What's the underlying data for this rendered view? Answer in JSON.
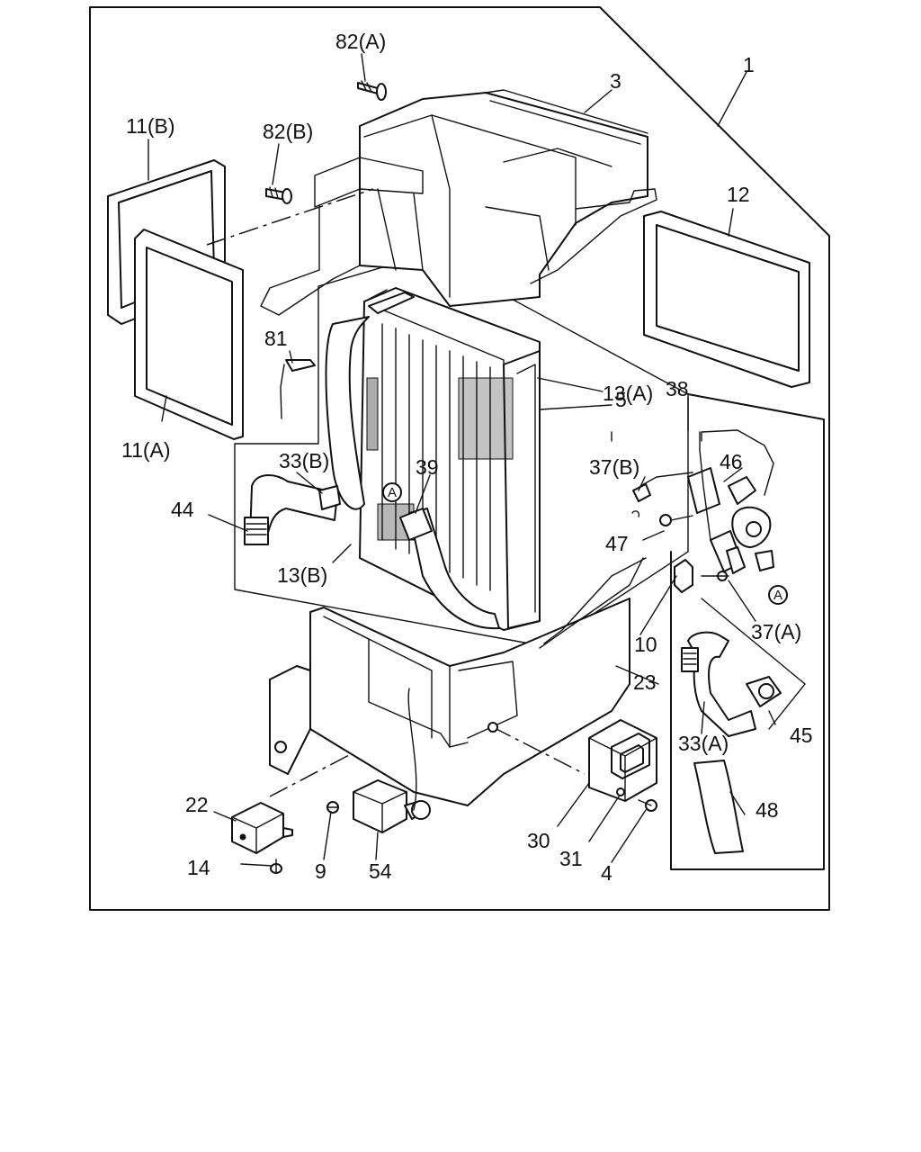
{
  "callouts": [
    {
      "id": "c1",
      "text": "1"
    },
    {
      "id": "c3",
      "text": "3"
    },
    {
      "id": "c4",
      "text": "4"
    },
    {
      "id": "c5",
      "text": "5"
    },
    {
      "id": "c9",
      "text": "9"
    },
    {
      "id": "c10",
      "text": "10"
    },
    {
      "id": "c11a",
      "text": "11(A)"
    },
    {
      "id": "c11b",
      "text": "11(B)"
    },
    {
      "id": "c12",
      "text": "12"
    },
    {
      "id": "c13a",
      "text": "13(A)"
    },
    {
      "id": "c13b",
      "text": "13(B)"
    },
    {
      "id": "c14",
      "text": "14"
    },
    {
      "id": "c22",
      "text": "22"
    },
    {
      "id": "c23",
      "text": "23"
    },
    {
      "id": "c30",
      "text": "30"
    },
    {
      "id": "c31",
      "text": "31"
    },
    {
      "id": "c33a",
      "text": "33(A)"
    },
    {
      "id": "c33b",
      "text": "33(B)"
    },
    {
      "id": "c37a",
      "text": "37(A)"
    },
    {
      "id": "c37b",
      "text": "37(B)"
    },
    {
      "id": "c38",
      "text": "38"
    },
    {
      "id": "c39",
      "text": "39"
    },
    {
      "id": "c44",
      "text": "44"
    },
    {
      "id": "c45",
      "text": "45"
    },
    {
      "id": "c46",
      "text": "46"
    },
    {
      "id": "c47",
      "text": "47"
    },
    {
      "id": "c48",
      "text": "48"
    },
    {
      "id": "c54",
      "text": "54"
    },
    {
      "id": "c81",
      "text": "81"
    },
    {
      "id": "c82a",
      "text": "82(A)"
    },
    {
      "id": "c82b",
      "text": "82(B)"
    }
  ],
  "connection_markers": [
    {
      "id": "mA1",
      "text": "A"
    },
    {
      "id": "mA2",
      "text": "A"
    }
  ]
}
